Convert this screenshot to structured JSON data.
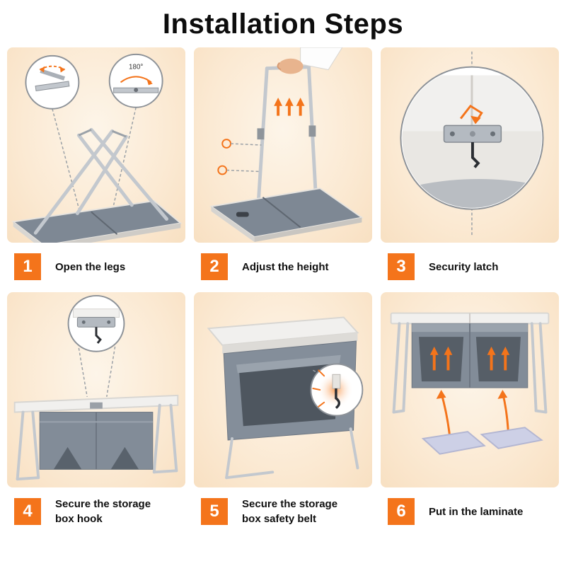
{
  "title": "Installation Steps",
  "colors": {
    "accent": "#F4741B",
    "panel": "#FBE9D2"
  },
  "steps": [
    {
      "number": "1",
      "label": "Open the legs"
    },
    {
      "number": "2",
      "label": "Adjust the height"
    },
    {
      "number": "3",
      "label": "Security latch"
    },
    {
      "number": "4",
      "label": "Secure the storage\nbox hook"
    },
    {
      "number": "5",
      "label": "Secure the storage\nbox safety belt"
    },
    {
      "number": "6",
      "label": "Put in the laminate"
    }
  ],
  "annotations": {
    "step1_angle": "180°"
  }
}
